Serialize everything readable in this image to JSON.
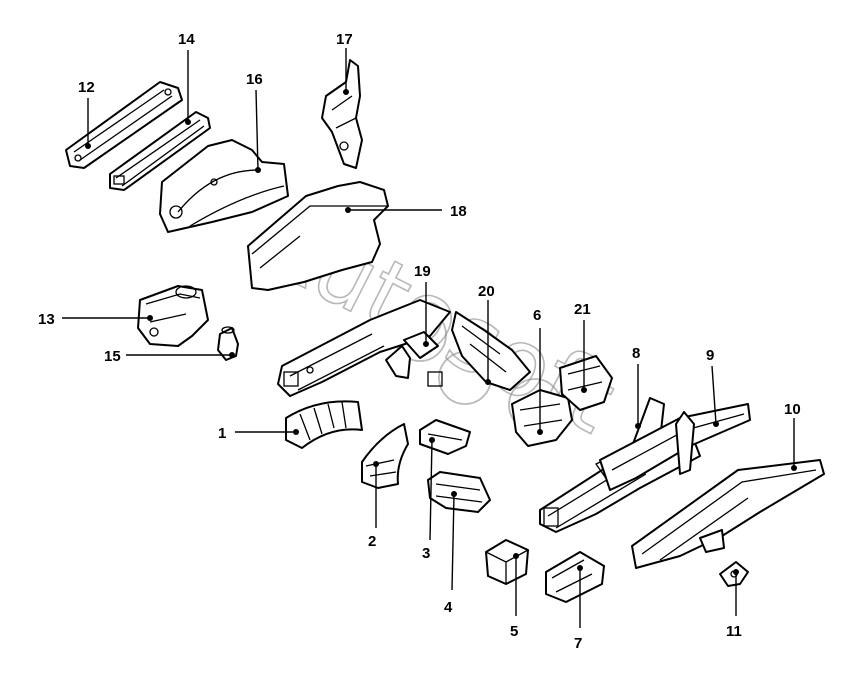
{
  "diagram": {
    "watermark": "Autosoft",
    "callouts": [
      {
        "id": "1",
        "label": "1"
      },
      {
        "id": "2",
        "label": "2"
      },
      {
        "id": "3",
        "label": "3"
      },
      {
        "id": "4",
        "label": "4"
      },
      {
        "id": "5",
        "label": "5"
      },
      {
        "id": "6",
        "label": "6"
      },
      {
        "id": "7",
        "label": "7"
      },
      {
        "id": "8",
        "label": "8"
      },
      {
        "id": "9",
        "label": "9"
      },
      {
        "id": "10",
        "label": "10"
      },
      {
        "id": "11",
        "label": "11"
      },
      {
        "id": "12",
        "label": "12"
      },
      {
        "id": "13",
        "label": "13"
      },
      {
        "id": "14",
        "label": "14"
      },
      {
        "id": "15",
        "label": "15"
      },
      {
        "id": "16",
        "label": "16"
      },
      {
        "id": "17",
        "label": "17"
      },
      {
        "id": "18",
        "label": "18"
      },
      {
        "id": "19",
        "label": "19"
      },
      {
        "id": "20",
        "label": "20"
      },
      {
        "id": "21",
        "label": "21"
      }
    ]
  }
}
